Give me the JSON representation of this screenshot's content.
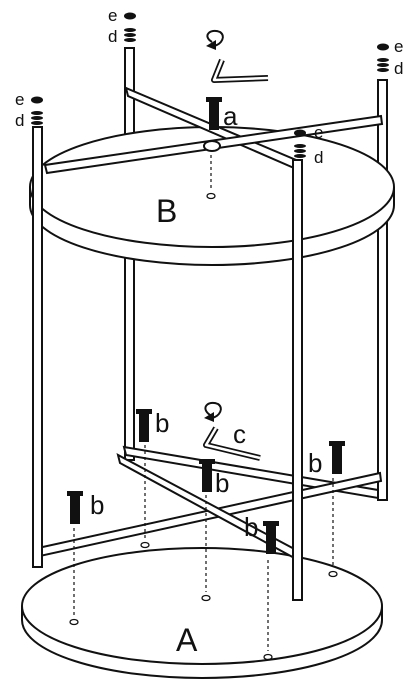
{
  "diagram": {
    "panel_labels": {
      "top_panel": "B",
      "bottom_panel": "A"
    },
    "part_labels": {
      "screw_top": "a",
      "hex_key_top": "",
      "hex_key_bottom": "c",
      "bolt": "b",
      "cap": "e",
      "washer": "d"
    }
  }
}
